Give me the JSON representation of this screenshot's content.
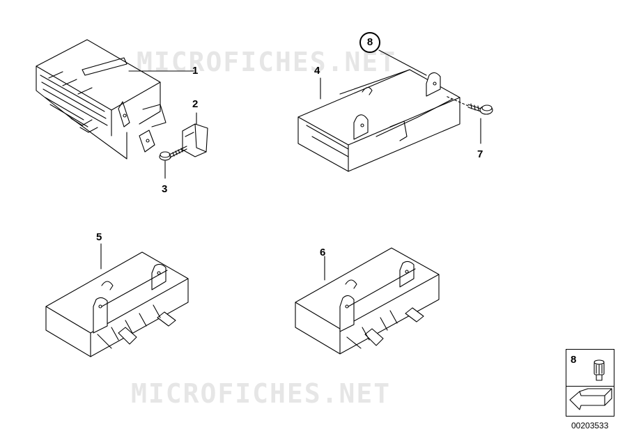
{
  "watermark": {
    "text": "MICROFICHES.NET"
  },
  "callouts": {
    "c1": "1",
    "c2": "2",
    "c3": "3",
    "c4": "4",
    "c5": "5",
    "c6": "6",
    "c7": "7",
    "c8": "8"
  },
  "legend": {
    "number": "8"
  },
  "document": {
    "number": "00203533"
  },
  "colors": {
    "line": "#000000",
    "watermark": "#e6e6e6"
  }
}
